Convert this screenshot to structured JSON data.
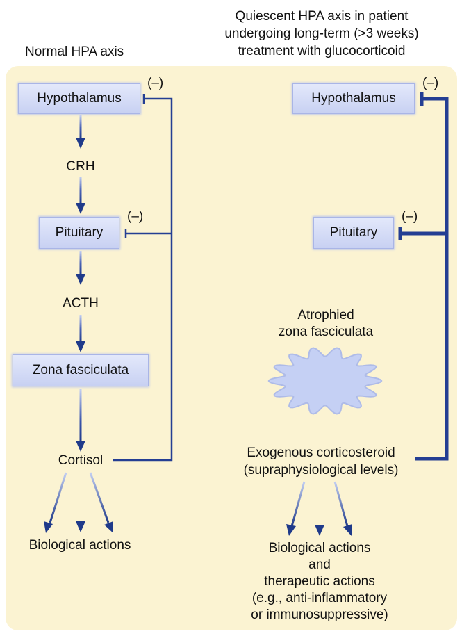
{
  "left": {
    "title": "Normal HPA axis",
    "hypothalamus": "Hypothalamus",
    "crh": "CRH",
    "pituitary": "Pituitary",
    "acth": "ACTH",
    "zona": "Zona fasciculata",
    "cortisol": "Cortisol",
    "actions": "Biological actions",
    "neg1": "(–)",
    "neg2": "(–)"
  },
  "right": {
    "title_line1": "Quiescent HPA axis in patient",
    "title_line2": "undergoing long-term (>3 weeks)",
    "title_line3": "treatment with glucocorticoid",
    "hypothalamus": "Hypothalamus",
    "pituitary": "Pituitary",
    "atrophied_line1": "Atrophied",
    "atrophied_line2": "zona fasciculata",
    "exogenous_line1": "Exogenous corticosteroid",
    "exogenous_line2": "(supraphysiological levels)",
    "actions_line1": "Biological actions",
    "actions_line2": "and",
    "actions_line3": "therapeutic actions",
    "actions_line4": "(e.g., anti-inflammatory",
    "actions_line5": "or immunosuppressive)",
    "neg1": "(–)",
    "neg2": "(–)"
  },
  "colors": {
    "panel": "#fbf3d2",
    "arrow_dark": "#1f3a8a",
    "arrow_light": "#b8c6ee",
    "feedback": "#243e93",
    "box_fill": "#d4dbf6"
  }
}
